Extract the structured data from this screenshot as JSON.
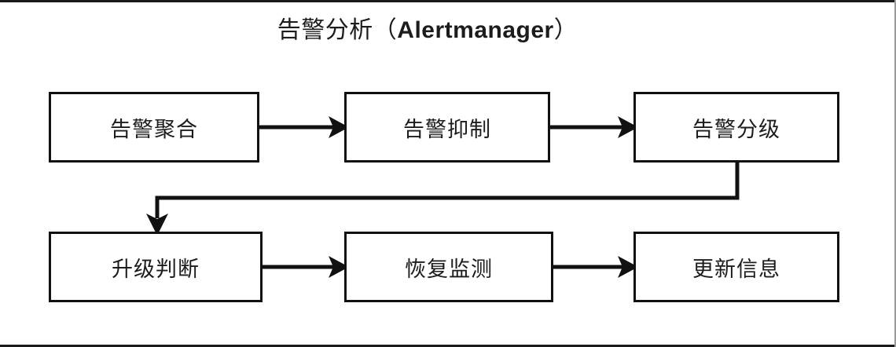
{
  "diagram": {
    "title_cn": "告警分析（",
    "title_en": "Alertmanager",
    "title_cn_tail": "）",
    "title_full": "告警分析（Alertmanager）",
    "colors": {
      "node_border": "#111111",
      "node_fill": "#ffffff",
      "text": "#1c1c1c",
      "edge": "#111111",
      "frame_top_bottom": "#1a1a1a",
      "frame_right": "#9a9a9a"
    },
    "nodes": [
      {
        "id": "aggregate",
        "label": "告警聚合",
        "row": 1,
        "col": 1
      },
      {
        "id": "suppress",
        "label": "告警抑制",
        "row": 1,
        "col": 2
      },
      {
        "id": "grade",
        "label": "告警分级",
        "row": 1,
        "col": 3
      },
      {
        "id": "escalate",
        "label": "升级判断",
        "row": 2,
        "col": 1
      },
      {
        "id": "recover",
        "label": "恢复监测",
        "row": 2,
        "col": 2
      },
      {
        "id": "update",
        "label": "更新信息",
        "row": 2,
        "col": 3
      }
    ],
    "edges": [
      {
        "id": "aggregate-to-suppress",
        "from": "aggregate",
        "to": "suppress",
        "shape": "straight",
        "arrow": "right"
      },
      {
        "id": "suppress-to-grade",
        "from": "suppress",
        "to": "grade",
        "shape": "straight",
        "arrow": "right"
      },
      {
        "id": "grade-to-escalate",
        "from": "grade",
        "to": "escalate",
        "shape": "elbow",
        "arrow": "down"
      },
      {
        "id": "escalate-to-recover",
        "from": "escalate",
        "to": "recover",
        "shape": "straight",
        "arrow": "right"
      },
      {
        "id": "recover-to-update",
        "from": "recover",
        "to": "update",
        "shape": "straight",
        "arrow": "right"
      }
    ]
  }
}
